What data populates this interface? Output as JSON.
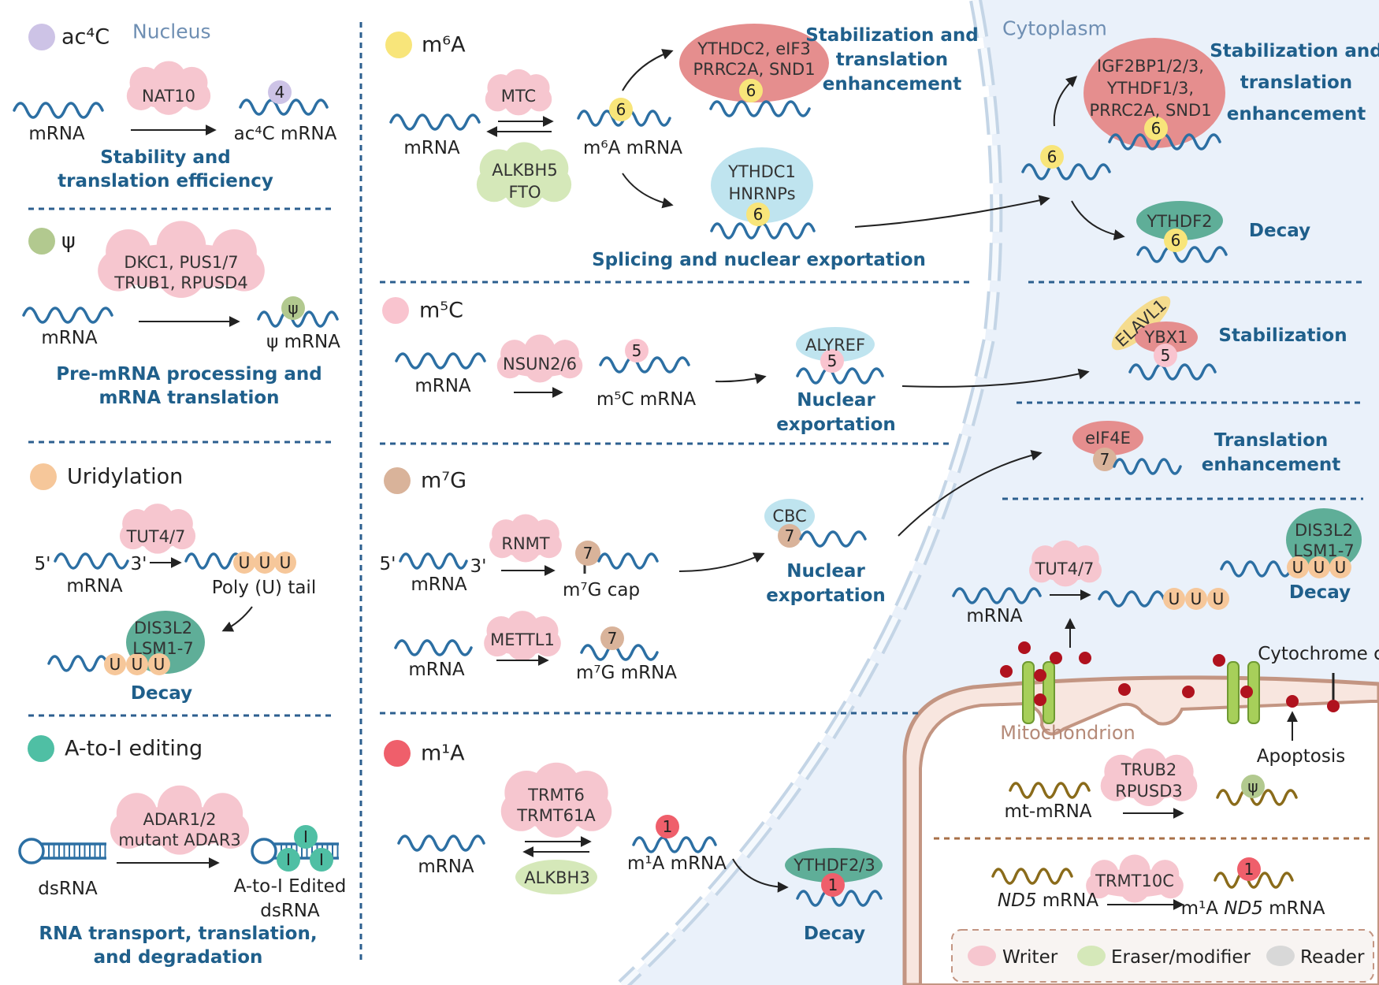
{
  "regions": {
    "nucleus": "Nucleus",
    "cytoplasm": "Cytoplasm",
    "mitochondrion": "Mitochondrion"
  },
  "colors": {
    "writer": "#f6c6cf",
    "eraser": "#d5e8b9",
    "reader": "#cfcfcf",
    "rna": "#2c6fa3",
    "func": "#1f5f8b"
  },
  "ac4c": {
    "name": "ac⁴C",
    "writer": "NAT10",
    "substrate": "mRNA",
    "product": "ac⁴C mRNA",
    "mark": "4",
    "function": [
      "Stability and",
      "translation efficiency"
    ]
  },
  "psi": {
    "name": "ψ",
    "writer": [
      "DKC1, PUS1/7",
      "TRUB1, RPUSD4"
    ],
    "substrate": "mRNA",
    "product": "ψ mRNA",
    "mark": "ψ",
    "function": [
      "Pre-mRNA processing and",
      "mRNA translation"
    ]
  },
  "uridylation": {
    "name": "Uridylation",
    "writer": "TUT4/7",
    "five": "5'",
    "three": "3'",
    "substrate": "mRNA",
    "product": "Poly (U) tail",
    "u": "U",
    "reader": [
      "DIS3L2",
      "LSM1-7"
    ],
    "function": "Decay"
  },
  "atoi": {
    "name": "A-to-I editing",
    "writer": [
      "ADAR1/2",
      "mutant ADAR3"
    ],
    "substrate": "dsRNA",
    "product": [
      "A-to-I Edited",
      "dsRNA"
    ],
    "mark": "I",
    "function": [
      "RNA  transport, translation,",
      "and degradation"
    ]
  },
  "m6a": {
    "name": "m⁶A",
    "writer": "MTC",
    "eraser": [
      "ALKBH5",
      "FTO"
    ],
    "substrate": "mRNA",
    "product": "m⁶A mRNA",
    "mark": "6",
    "reader1": [
      "YTHDC2, eIF3",
      "PRRC2A, SND1"
    ],
    "function1": [
      "Stabilization and",
      "translation",
      "enhancement"
    ],
    "reader2": [
      "YTHDC1",
      "HNRNPs"
    ],
    "function2": "Splicing and nuclear exportation"
  },
  "m5c": {
    "name": "m⁵C",
    "writer": "NSUN2/6",
    "substrate": "mRNA",
    "product": "m⁵C mRNA",
    "mark": "5",
    "reader": "ALYREF",
    "function": [
      "Nuclear",
      "exportation"
    ]
  },
  "m7g": {
    "name": "m⁷G",
    "writer1": "RNMT",
    "five": "5'",
    "three": "3'",
    "substrate": "mRNA",
    "product1": "m⁷G cap",
    "mark": "7",
    "reader": "CBC",
    "function": [
      "Nuclear",
      "exportation"
    ],
    "writer2": "METTL1",
    "product2": "m⁷G mRNA"
  },
  "m1a": {
    "name": "m¹A",
    "writer": [
      "TRMT6",
      "TRMT61A"
    ],
    "eraser": "ALKBH3",
    "substrate": "mRNA",
    "product": "m¹A mRNA",
    "mark": "1",
    "reader": "YTHDF2/3",
    "function": "Decay"
  },
  "cyto": {
    "m6a_reader1": [
      "IGF2BP1/2/3,",
      "YTHDF1/3,",
      "PRRC2A, SND1"
    ],
    "m6a_function1": [
      "Stabilization and",
      "translation",
      "enhancement"
    ],
    "m6a_reader2": "YTHDF2",
    "m6a_function2": "Decay",
    "m5c_reader1": "ELAVL1",
    "m5c_reader2": "YBX1",
    "m5c_function": "Stabilization",
    "m7g_reader": "eIF4E",
    "m7g_function": [
      "Translation",
      "enhancement"
    ],
    "tut": "TUT4/7",
    "substrate": "mRNA",
    "u": "U",
    "dis": [
      "DIS3L2",
      "LSM1-7"
    ],
    "decay": "Decay",
    "cytc": "Cytochrome c",
    "apoptosis": "Apoptosis"
  },
  "mito": {
    "writer1": [
      "TRUB2",
      "RPUSD3"
    ],
    "substrate1": "mt-mRNA",
    "mark1": "ψ",
    "writer2": "TRMT10C",
    "substrate2_it": "ND5",
    "substrate2_rest": " mRNA",
    "product2_pre": "m¹A ",
    "product2_it": "ND5",
    "product2_post": "  mRNA",
    "mark2": "1"
  },
  "legend": {
    "writer": "Writer",
    "eraser": "Eraser/modifier",
    "reader": "Reader"
  }
}
